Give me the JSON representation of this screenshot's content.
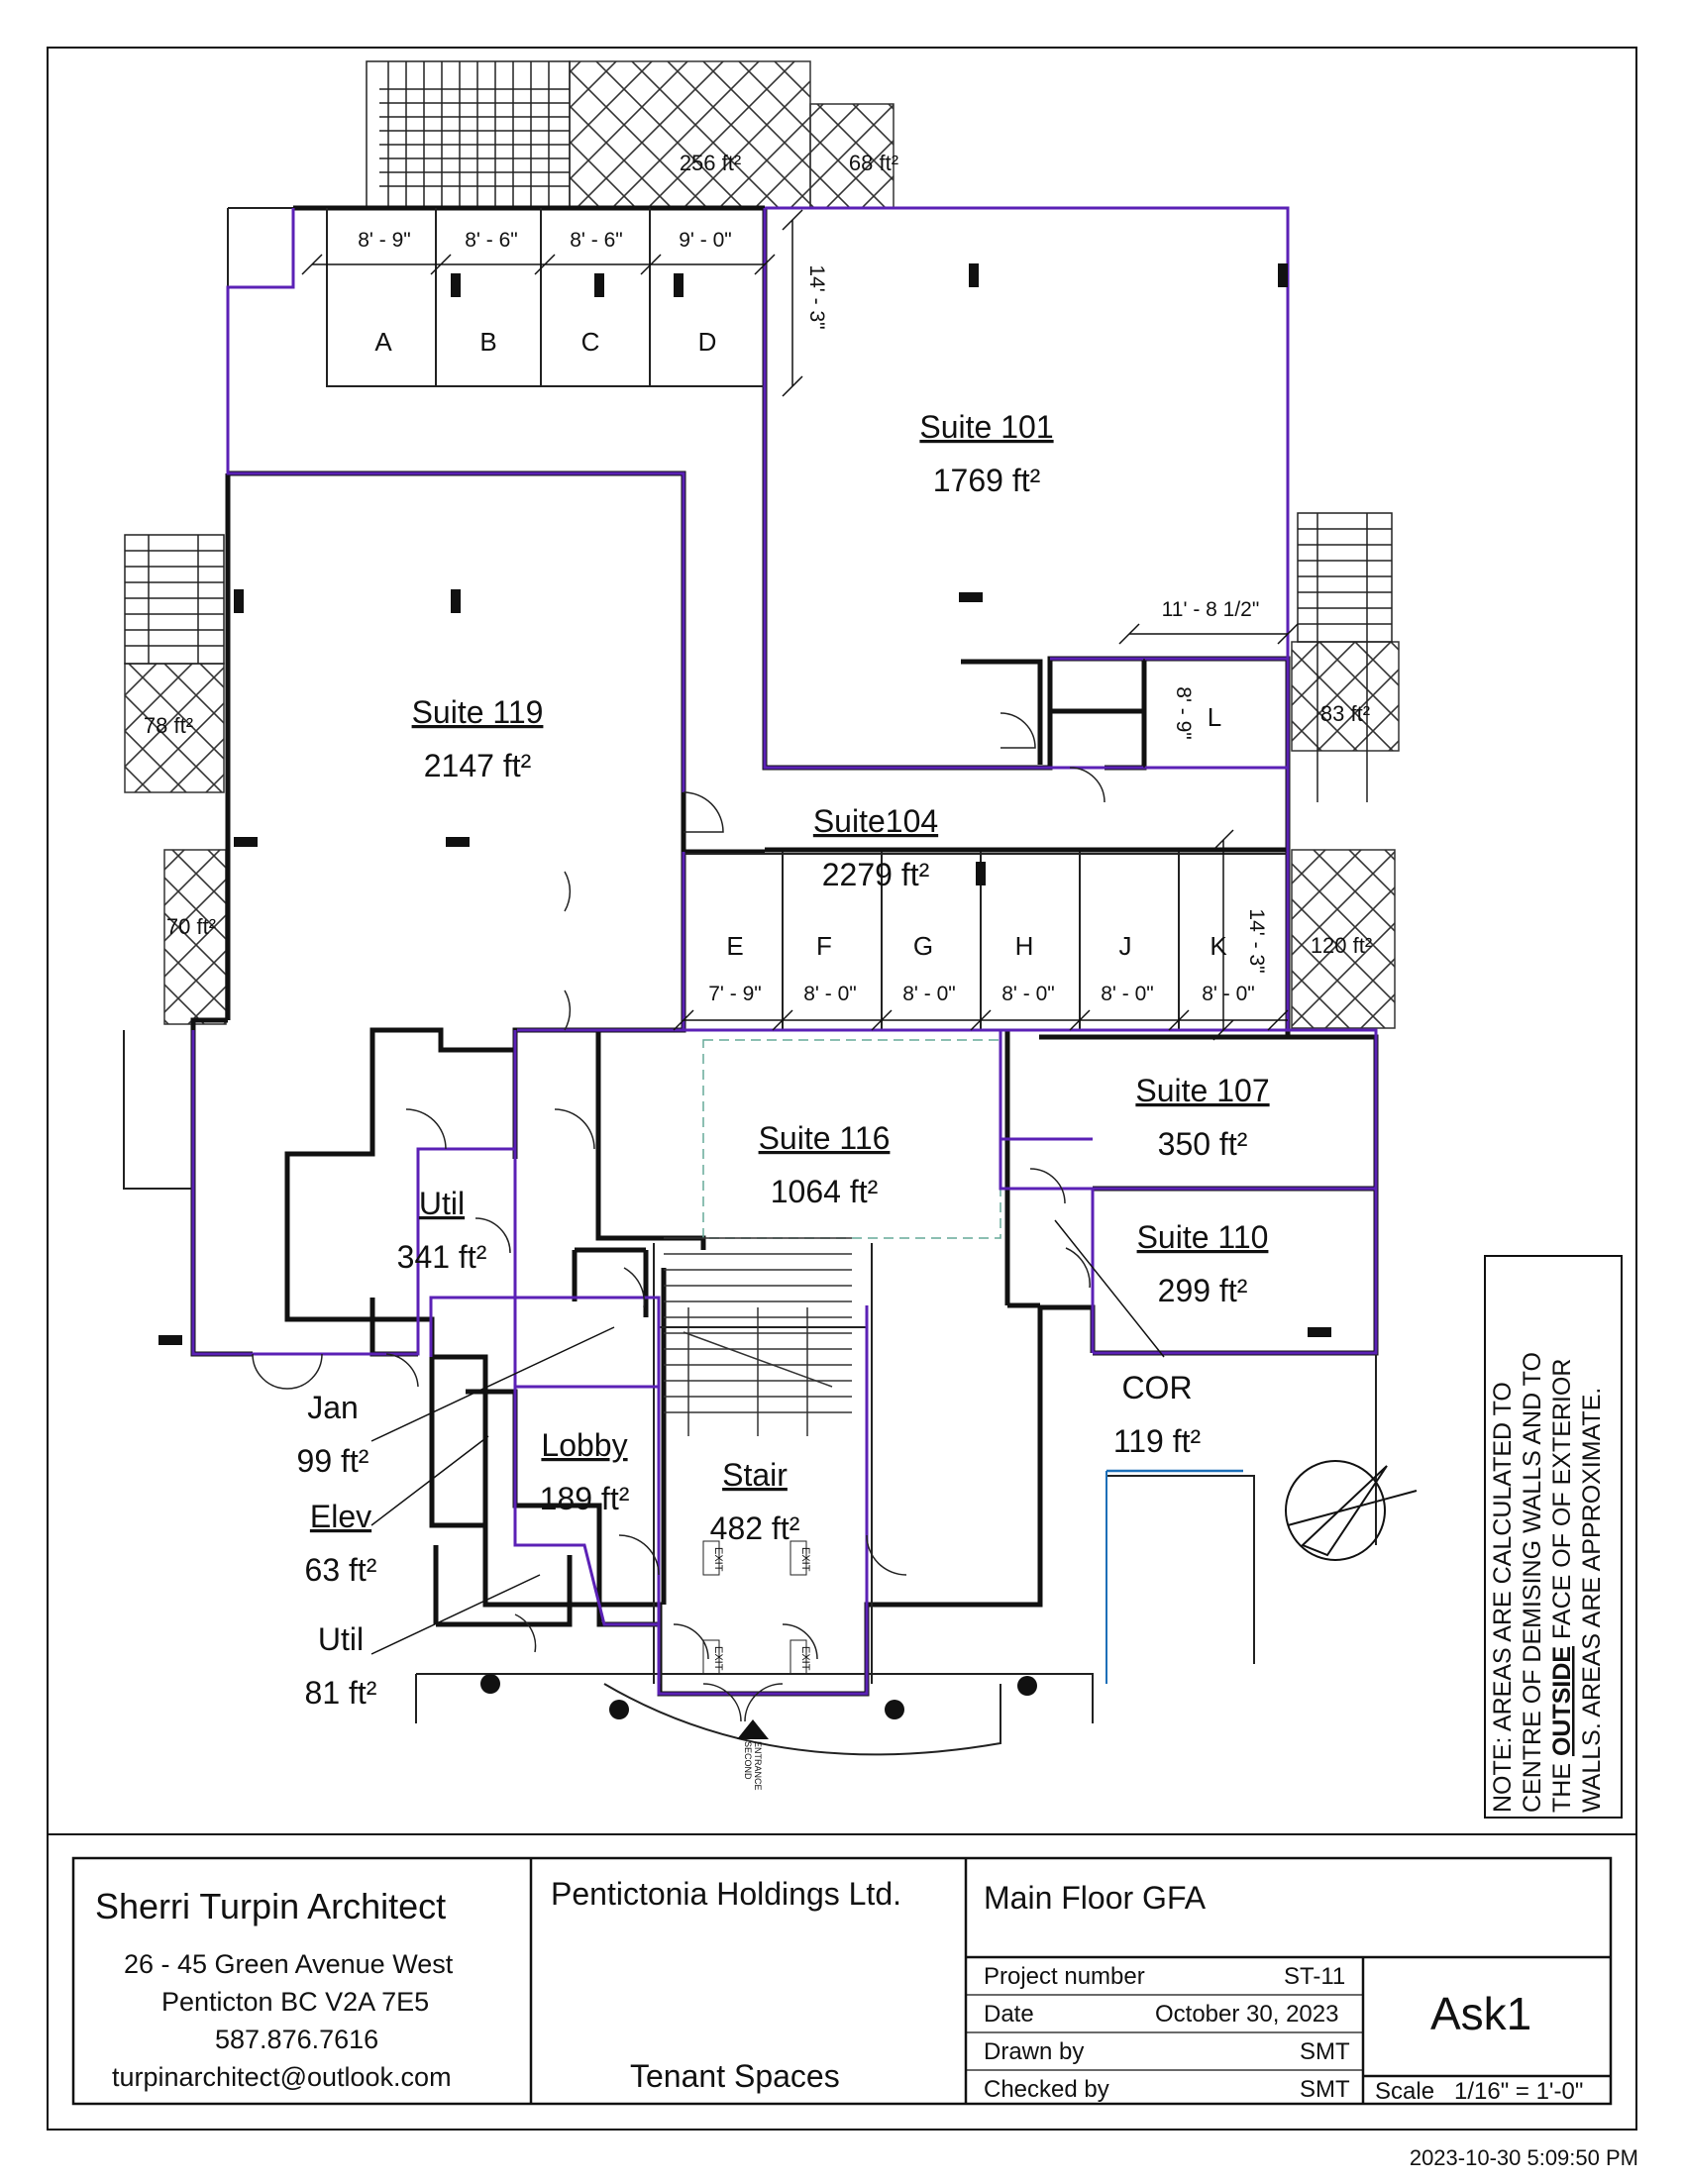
{
  "dimensions": {
    "stall_widths_top": [
      "8' - 9\"",
      "8' - 6\"",
      "8' - 6\"",
      "9' - 0\""
    ],
    "depth_top": "14' - 3\"",
    "suite101_width": "11' - 8 1/2\"",
    "l_depth": "8' - 9\"",
    "depth_right": "14' - 3\"",
    "stall_widths_bottom": [
      "7' - 9\"",
      "8' - 0\"",
      "8' - 0\"",
      "8' - 0\"",
      "8' - 0\"",
      "8' - 0\""
    ]
  },
  "patios": {
    "p256": "256 ft²",
    "p68": "68 ft²",
    "p78": "78 ft²",
    "p70": "70 ft²",
    "p83": "83 ft²",
    "p120": "120 ft²"
  },
  "storage_top": [
    "A",
    "B",
    "C",
    "D"
  ],
  "storage_bottom": [
    "E",
    "F",
    "G",
    "H",
    "J",
    "K"
  ],
  "storage_l": "L",
  "rooms": {
    "suite101": {
      "name": "Suite 101",
      "area": "1769 ft²"
    },
    "suite119": {
      "name": "Suite 119",
      "area": "2147 ft²"
    },
    "suite104": {
      "name": "Suite104",
      "area": "2279 ft²"
    },
    "suite107": {
      "name": "Suite 107",
      "area": "350 ft²"
    },
    "suite116": {
      "name": "Suite 116",
      "area": "1064 ft²"
    },
    "suite110": {
      "name": "Suite 110",
      "area": "299 ft²"
    },
    "util_a": {
      "name": "Util",
      "area": "341 ft²"
    },
    "cor": {
      "name": "COR",
      "area": "119 ft²"
    },
    "lobby": {
      "name": "Lobby",
      "area": "189 ft²"
    },
    "stair": {
      "name": "Stair",
      "area": "482 ft²"
    },
    "jan": {
      "name": "Jan",
      "area": "99 ft²"
    },
    "elev": {
      "name": "Elev",
      "area": "63 ft²"
    },
    "util_b": {
      "name": "Util",
      "area": "81 ft²"
    }
  },
  "exit_sign": "EXIT",
  "second_entrance": [
    "SECOND",
    "ENTRANCE"
  ],
  "note": {
    "lines": [
      "NOTE: AREAS ARE CALCULATED TO",
      "CENTRE OF DEMISING WALLS AND TO"
    ],
    "line3_pre": "THE ",
    "line3_bold": "OUTSIDE",
    "line3_post": " FACE OF OF EXTERIOR",
    "line4": "WALLS. AREAS ARE APPROXIMATE."
  },
  "title_block": {
    "architect": "Sherri Turpin Architect",
    "address1": "26 - 45 Green Avenue West",
    "address2": "Penticton BC V2A 7E5",
    "phone": "587.876.7616",
    "email": "turpinarchitect@outlook.com",
    "client": "Pentictonia Holdings Ltd.",
    "subtitle": "Tenant Spaces",
    "sheet_title": "Main Floor GFA",
    "rows": [
      {
        "label": "Project number",
        "value": "ST-11"
      },
      {
        "label": "Date",
        "value": "October 30, 2023"
      },
      {
        "label": "Drawn by",
        "value": "SMT"
      },
      {
        "label": "Checked by",
        "value": "SMT"
      }
    ],
    "sheet_number": "Ask1",
    "scale_label": "Scale",
    "scale_value": "1/16\" = 1'-0\""
  },
  "timestamp": "2023-10-30 5:09:50 PM",
  "colors": {
    "boundary": "#5b21b6",
    "wall": "#111111",
    "hatch": "#333333",
    "accent_line": "#1d6fb8"
  }
}
